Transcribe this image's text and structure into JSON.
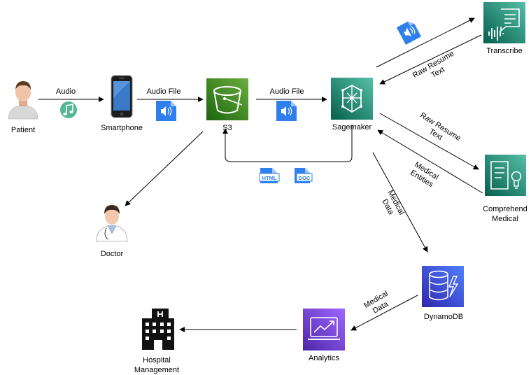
{
  "nodes": {
    "patient": "Patient",
    "smartphone": "Smartphone",
    "s3": "S3",
    "sagemaker": "Sagemaker",
    "transcribe": "Transcribe",
    "comprehend_line1": "Comprehend",
    "comprehend_line2": "Medical",
    "doctor": "Doctor",
    "dynamodb": "DynamoDB",
    "analytics": "Analytics",
    "hospital_line1": "Hospital",
    "hospital_line2": "Management"
  },
  "edges": {
    "patient_to_phone": "Audio",
    "phone_to_s3": "Audio File",
    "s3_to_sagemaker": "Audio File",
    "transcribe_to_sagemaker_line1": "Raw Resume",
    "transcribe_to_sagemaker_line2": "Text",
    "sagemaker_to_comprehend_line1": "Raw Resume",
    "sagemaker_to_comprehend_line2": "Text",
    "comprehend_to_sagemaker_line1": "Medical",
    "comprehend_to_sagemaker_line2": "Entities",
    "sagemaker_to_dynamo_line1": "Medical",
    "sagemaker_to_dynamo_line2": "Data",
    "dynamo_to_analytics_line1": "Medical",
    "dynamo_to_analytics_line2": "Data"
  },
  "file_badges": {
    "html": "HTML",
    "doc": "DOC"
  },
  "colors": {
    "s3_green": "#3f8624",
    "ml_green": "#1b8a6b",
    "dynamo_blue": "#3b48cc",
    "analytics_purple": "#8c4fff",
    "file_blue": "#2f80ed"
  }
}
